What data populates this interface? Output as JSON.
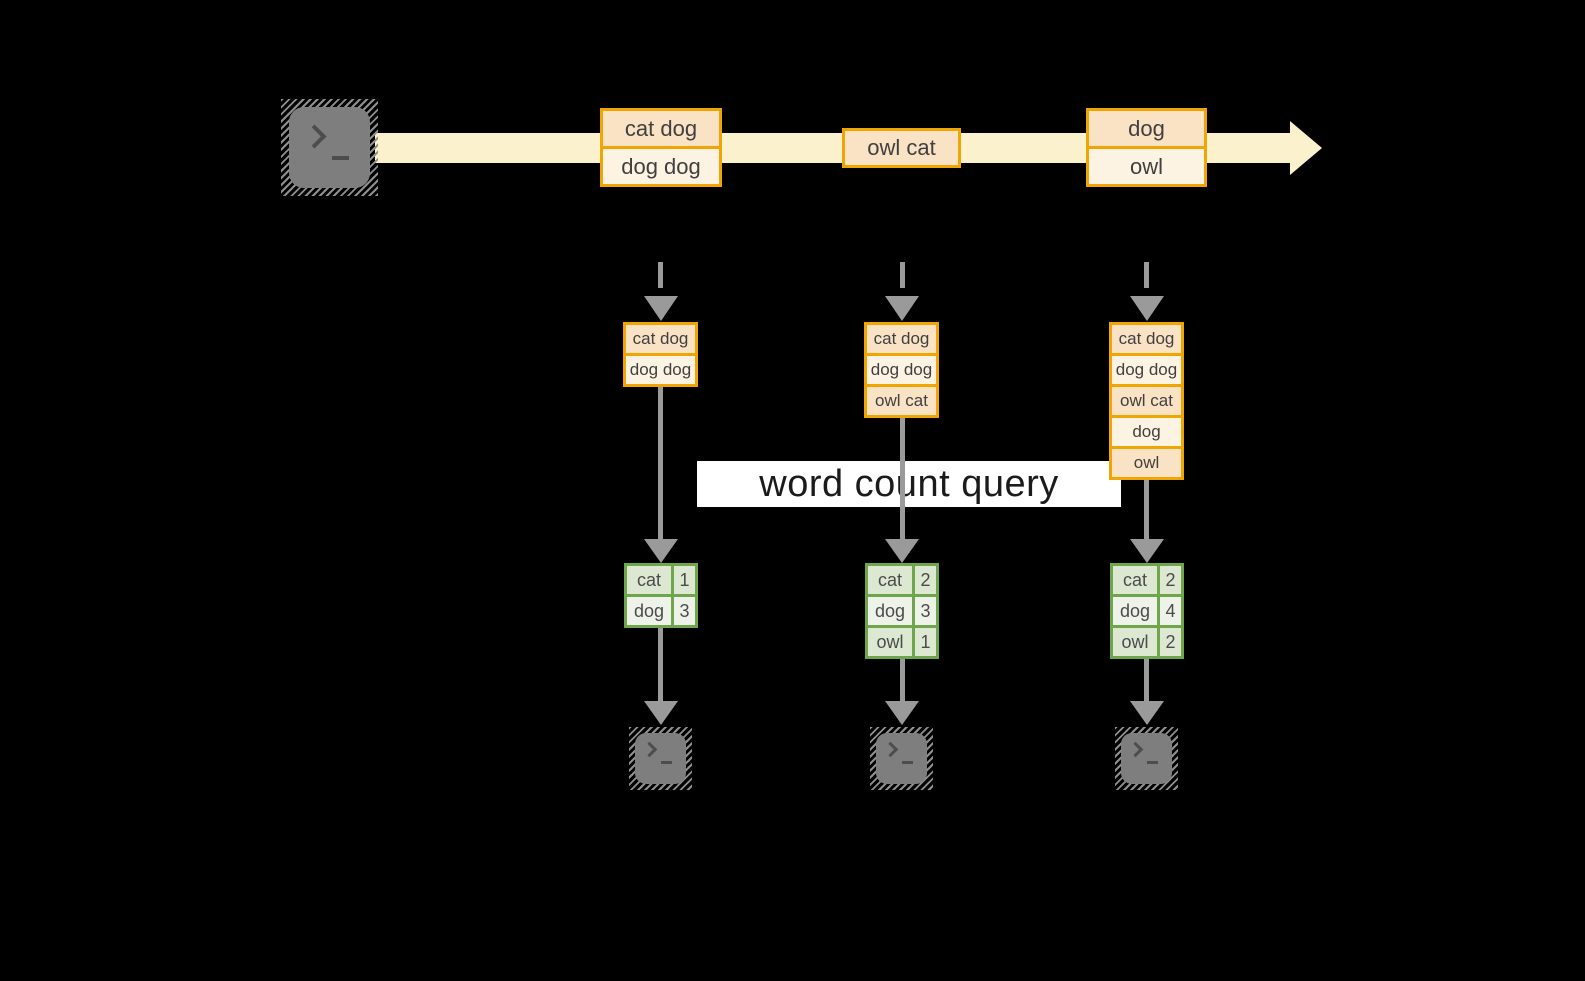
{
  "query": {
    "label": "word count query"
  },
  "stream": {
    "batches": [
      {
        "rows": [
          "cat dog",
          "dog dog"
        ]
      },
      {
        "rows": [
          "owl cat"
        ]
      },
      {
        "rows": [
          "dog",
          "owl"
        ]
      }
    ]
  },
  "columns": [
    {
      "state_rows": [
        "cat dog",
        "dog dog"
      ],
      "counts": [
        {
          "word": "cat",
          "count": 1
        },
        {
          "word": "dog",
          "count": 3
        }
      ]
    },
    {
      "state_rows": [
        "cat dog",
        "dog dog",
        "owl cat"
      ],
      "counts": [
        {
          "word": "cat",
          "count": 2
        },
        {
          "word": "dog",
          "count": 3
        },
        {
          "word": "owl",
          "count": 1
        }
      ]
    },
    {
      "state_rows": [
        "cat dog",
        "dog dog",
        "owl cat",
        "dog",
        "owl"
      ],
      "counts": [
        {
          "word": "cat",
          "count": 2
        },
        {
          "word": "dog",
          "count": 4
        },
        {
          "word": "owl",
          "count": 2
        }
      ]
    }
  ],
  "icons": {
    "source": "terminal-prompt-icon",
    "sinks": [
      "terminal-prompt-icon",
      "terminal-prompt-icon",
      "terminal-prompt-icon"
    ]
  },
  "colors": {
    "background": "#000000",
    "stream_band": "#FCF1CD",
    "box_border": "#F0A502",
    "box_fill_dark": "#FAE2C4",
    "box_fill_light": "#FDF3E3",
    "table_border": "#6FA64C",
    "table_fill_dark": "#DDE8D2",
    "table_fill_light": "#EEF3E9",
    "arrow_gray": "#9A9A9A",
    "terminal_gray": "#7E7E7E",
    "query_band": "#FFFFFF",
    "text_dark": "#404040"
  }
}
